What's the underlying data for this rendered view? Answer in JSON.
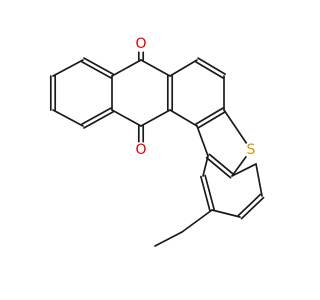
{
  "molecule": {
    "atoms": [
      {
        "id": "O1",
        "element": "O",
        "label": "O",
        "color": "#e00000"
      },
      {
        "id": "O2",
        "element": "O",
        "label": "O",
        "color": "#e00000"
      },
      {
        "id": "S1",
        "element": "S",
        "label": "S",
        "color": "#c8a000"
      }
    ],
    "bond_color": "#1a1a1a",
    "substituent": "ethyl"
  }
}
